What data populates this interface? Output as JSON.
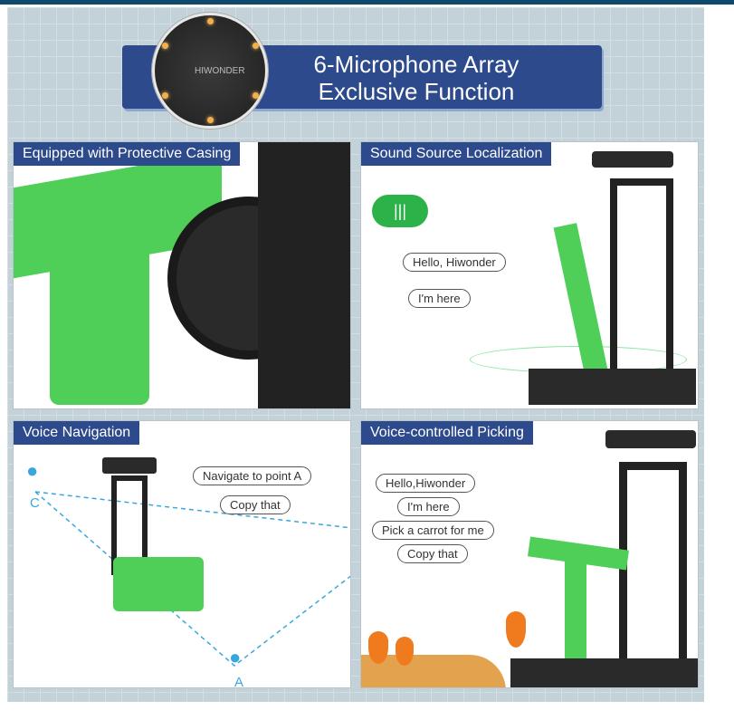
{
  "banner": {
    "line1": "6-Microphone Array",
    "line2": "Exclusive Function",
    "mic_logo": "HIWONDER"
  },
  "panels": [
    {
      "title": "Equipped with Protective Casing"
    },
    {
      "title": "Sound Source Localization",
      "bubbles": [
        "Hello, Hiwonder",
        "I'm here"
      ]
    },
    {
      "title": "Voice Navigation",
      "bubbles": [
        "Navigate to point A",
        "Copy that"
      ],
      "points": [
        "C",
        "A"
      ]
    },
    {
      "title": "Voice-controlled Picking",
      "bubbles": [
        "Hello,Hiwonder",
        "I'm here",
        "Pick a carrot for me",
        "Copy that"
      ]
    }
  ],
  "colors": {
    "accent": "#2c4a8c",
    "robot": "#4fcf58",
    "nav_line": "#3aa7dc"
  }
}
